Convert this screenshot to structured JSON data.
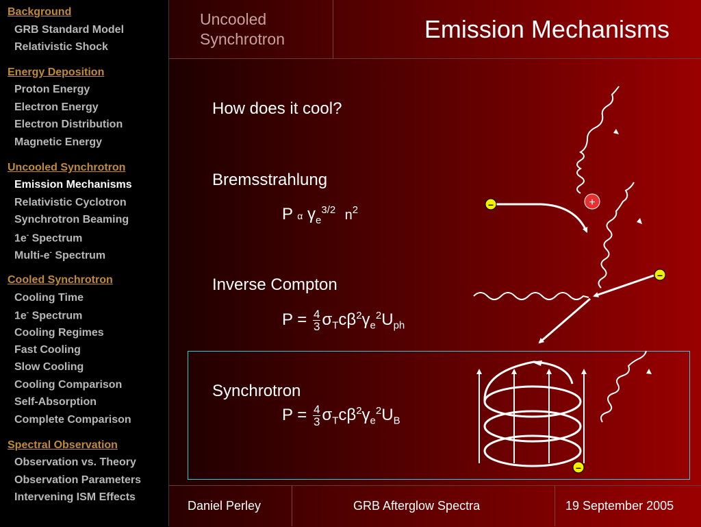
{
  "sidebar": {
    "sections": [
      {
        "title": "Background",
        "items": [
          {
            "label": "GRB Standard Model"
          },
          {
            "label": "Relativistic Shock"
          }
        ]
      },
      {
        "title": "Energy Deposition",
        "items": [
          {
            "label": "Proton Energy"
          },
          {
            "label": "Electron Energy"
          },
          {
            "label": "Electron Distribution"
          },
          {
            "label": "Magnetic Energy"
          }
        ]
      },
      {
        "title": "Uncooled Synchrotron",
        "items": [
          {
            "label": "Emission Mechanisms",
            "active": true
          },
          {
            "label": "Relativistic Cyclotron"
          },
          {
            "label": "Synchrotron Beaming"
          },
          {
            "label": "1e",
            "sup": "-",
            "rest": " Spectrum"
          },
          {
            "label": "Multi-e",
            "sup": "-",
            "rest": " Spectrum"
          }
        ]
      },
      {
        "title": "Cooled Synchrotron",
        "items": [
          {
            "label": "Cooling Time"
          },
          {
            "label": "1e",
            "sup": "-",
            "rest": " Spectrum"
          },
          {
            "label": "Cooling Regimes"
          },
          {
            "label": "Fast Cooling"
          },
          {
            "label": "Slow Cooling"
          },
          {
            "label": "Cooling Comparison"
          },
          {
            "label": "Self-Absorption"
          },
          {
            "label": "Complete Comparison"
          }
        ]
      },
      {
        "title": "Spectral Observation",
        "items": [
          {
            "label": "Observation vs. Theory"
          },
          {
            "label": "Observation Parameters"
          },
          {
            "label": "Intervening ISM Effects"
          }
        ]
      }
    ]
  },
  "header": {
    "section_line1": "Uncooled",
    "section_line2": "Synchrotron",
    "title": "Emission Mechanisms"
  },
  "content": {
    "question": "How does it cool?",
    "brems": {
      "label": "Bremsstrahlung",
      "p": "P",
      "alpha": "α",
      "gamma": "γ",
      "e": "e",
      "exp": "3/2",
      "n": "n",
      "nexp": "2"
    },
    "ic": {
      "label": "Inverse Compton",
      "lhs": "P =",
      "num": "4",
      "den": "3",
      "sigma": "σ",
      "T": "T",
      "rest": "cβ",
      "b2": "2",
      "gamma": "γ",
      "e": "e",
      "g2": "2",
      "U": "U",
      "ph": "ph"
    },
    "sync": {
      "label": "Synchrotron",
      "lhs": "P =",
      "num": "4",
      "den": "3",
      "sigma": "σ",
      "T": "T",
      "rest": "cβ",
      "b2": "2",
      "gamma": "γ",
      "e": "e",
      "g2": "2",
      "U": "U",
      "B": "B"
    }
  },
  "diagram": {
    "electron_sign": "–",
    "proton_sign": "+",
    "electron_color": "#f0f000",
    "proton_color": "#e83030",
    "box_color": "#38c8d8"
  },
  "footer": {
    "author": "Daniel Perley",
    "talk": "GRB Afterglow Spectra",
    "date": "19 September 2005"
  }
}
